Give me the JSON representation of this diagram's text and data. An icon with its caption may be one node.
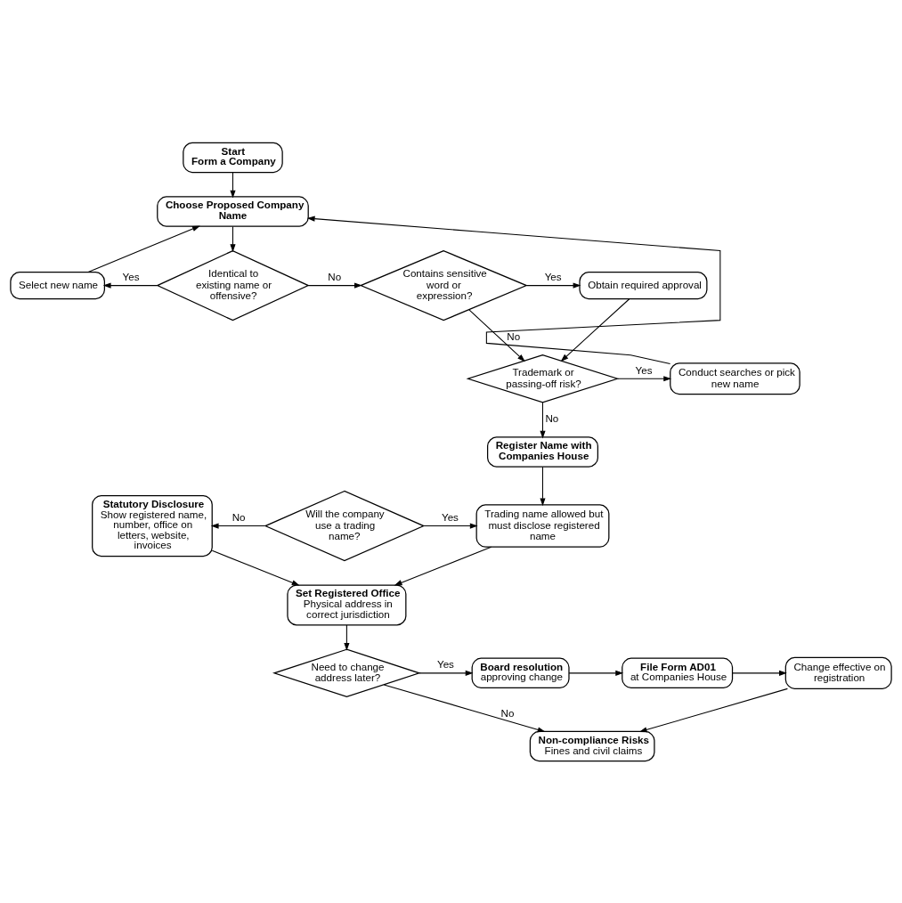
{
  "diagram": {
    "nodes": [
      {
        "text": [
          "Start",
          "Form a Company"
        ]
      },
      {
        "text": [
          "Choose Proposed Company Name"
        ]
      },
      {
        "text": [
          "Select new name"
        ]
      },
      {
        "text": [
          "Identical to existing name or offensive?"
        ]
      },
      {
        "text": [
          "Contains sensitive word or expression?"
        ]
      },
      {
        "text": [
          "Obtain required approval"
        ]
      },
      {
        "text": [
          "Trademark or passing-off risk?"
        ]
      },
      {
        "text": [
          "Conduct searches or pick new name"
        ]
      },
      {
        "text": [
          "Register Name with Companies House"
        ]
      },
      {
        "text": [
          "Statutory Disclosure",
          "Show registered name, number, office on letters, website, invoices"
        ]
      },
      {
        "text": [
          "Will the company use a trading name?"
        ]
      },
      {
        "text": [
          "Trading name allowed but must disclose registered name"
        ]
      },
      {
        "text": [
          "Set Registered Office",
          "Physical address in correct jurisdiction"
        ]
      },
      {
        "text": [
          "Need to change address later?"
        ]
      },
      {
        "text": [
          "Board resolution",
          "approving change"
        ]
      },
      {
        "text": [
          "File Form AD01",
          "at Companies House"
        ]
      },
      {
        "text": [
          "Change effective on registration"
        ]
      },
      {
        "text": [
          "Non-compliance Risks",
          "Fines and civil claims"
        ]
      }
    ],
    "edges": [
      {
        "from": 0,
        "to": 1,
        "arrow": "to"
      },
      {
        "from": 1,
        "to": 3,
        "arrow": "to"
      },
      {
        "from": 3,
        "to": 2,
        "arrow": "to",
        "label": "Yes"
      },
      {
        "from": 2,
        "to": 1,
        "arrow": "to"
      },
      {
        "from": 3,
        "to": 4,
        "arrow": "to",
        "label": "No"
      },
      {
        "from": 4,
        "to": 5,
        "arrow": "to",
        "label": "Yes"
      },
      {
        "from": 4,
        "to": 6,
        "arrow": "to",
        "label": "No"
      },
      {
        "from": 5,
        "to": 6,
        "arrow": "to"
      },
      {
        "from": 6,
        "to": 7,
        "arrow": "to",
        "label": "Yes"
      },
      {
        "from": 7,
        "to": 1,
        "arrow": "to"
      },
      {
        "from": 6,
        "to": 8,
        "arrow": "to",
        "label": "No"
      },
      {
        "from": 8,
        "to": 11,
        "arrow": "to"
      },
      {
        "from": 10,
        "to": 11,
        "arrow": "to",
        "label": "Yes"
      },
      {
        "from": 10,
        "to": 9,
        "arrow": "to",
        "label": "No"
      },
      {
        "from": 9,
        "to": 12,
        "arrow": "to"
      },
      {
        "from": 11,
        "to": 12,
        "arrow": "to"
      },
      {
        "from": 12,
        "to": 13,
        "arrow": "to"
      },
      {
        "from": 13,
        "to": 14,
        "arrow": "to",
        "label": "Yes"
      },
      {
        "from": 14,
        "to": 15,
        "arrow": "to"
      },
      {
        "from": 15,
        "to": 16,
        "arrow": "to"
      },
      {
        "from": 16,
        "to": 17,
        "arrow": "to"
      },
      {
        "from": 13,
        "to": 17,
        "arrow": "to",
        "label": "No"
      }
    ]
  }
}
